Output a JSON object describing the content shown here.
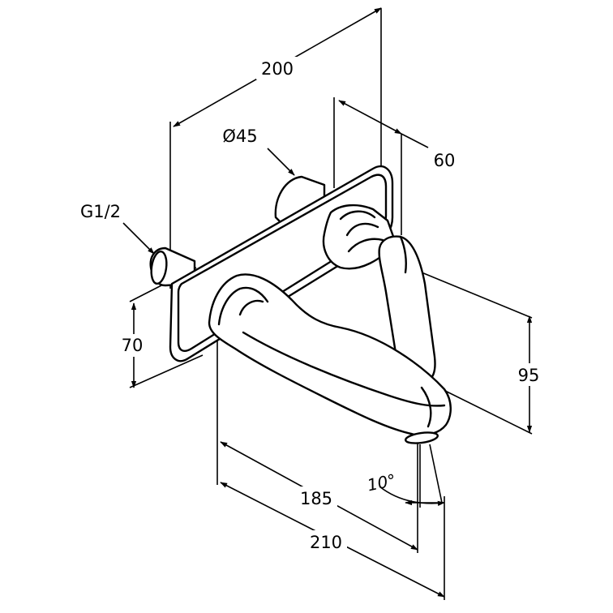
{
  "diagram": {
    "dimensions": {
      "overall_width": "200",
      "rosette_diameter": "Ø45",
      "thread": "G1/2",
      "depth": "60",
      "plate_height": "70",
      "spout_height": "95",
      "spout_projection": "185",
      "total_projection": "210",
      "spout_angle": "10°"
    }
  }
}
